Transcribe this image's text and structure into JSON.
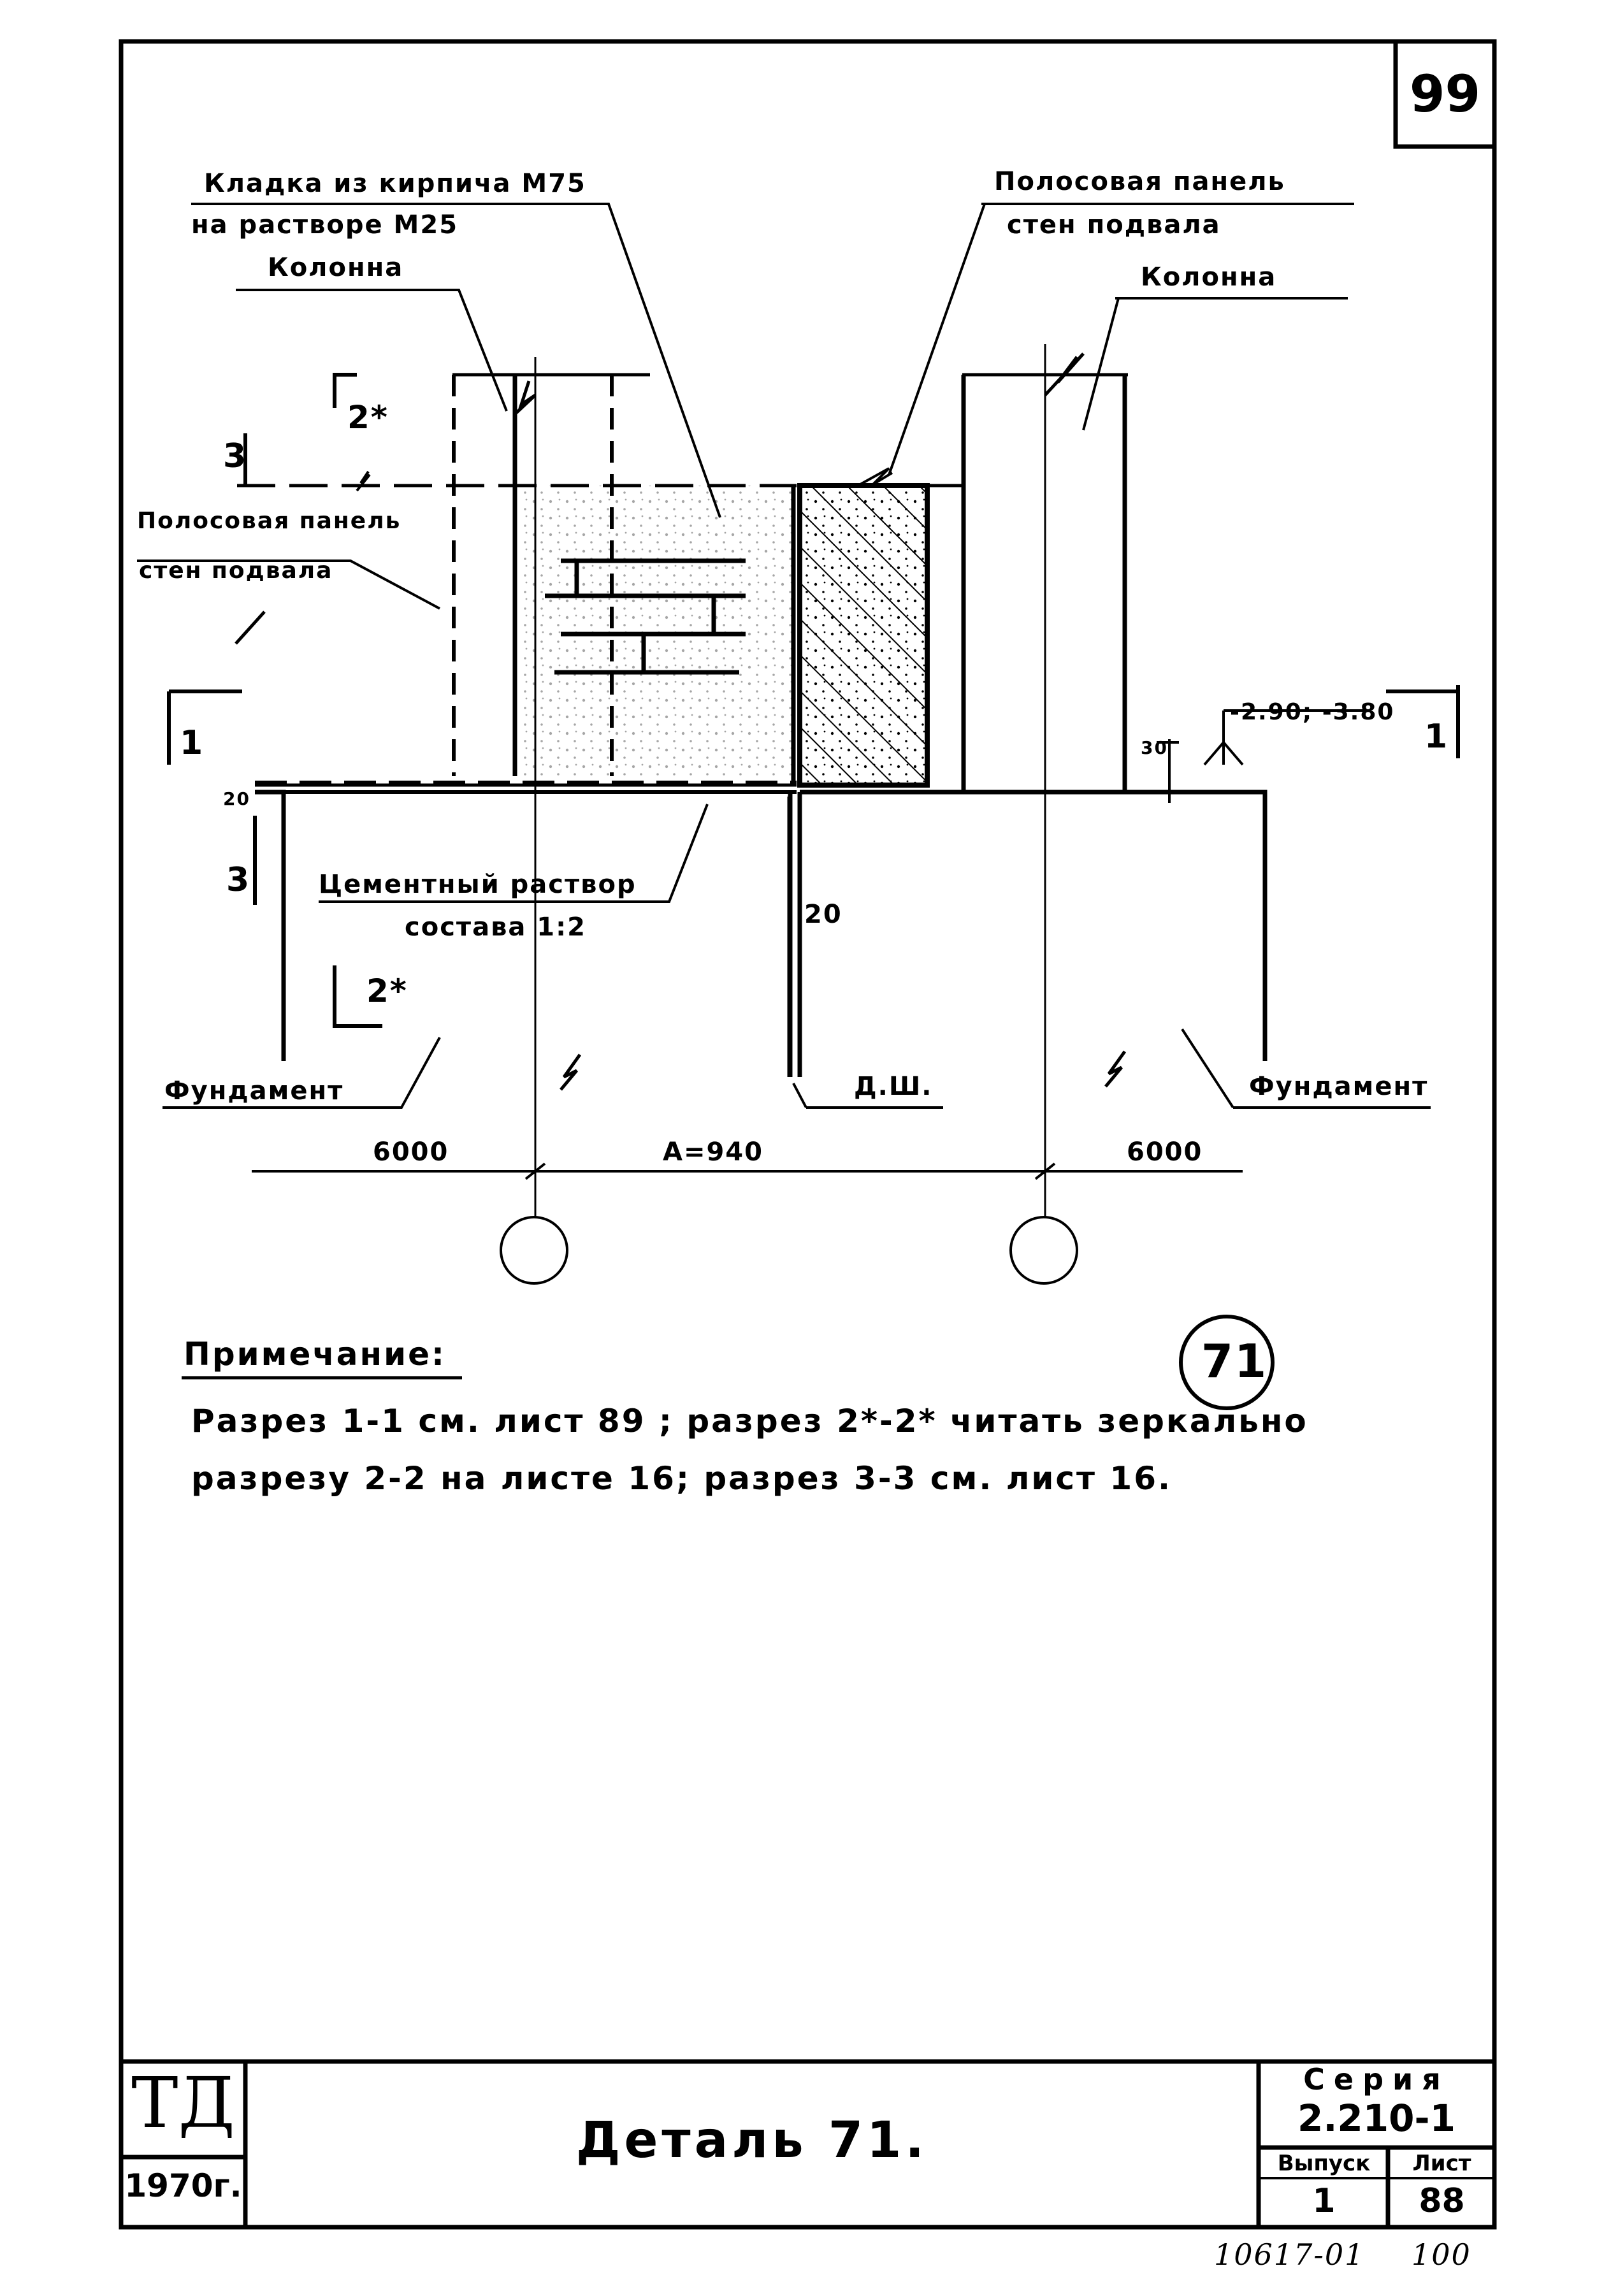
{
  "sheet": {
    "corner_number": "99",
    "detail_mark": "71",
    "handwritten_ref": "10617-01",
    "handwritten_page": "100"
  },
  "labels": {
    "masonry_line1": "Кладка из кирпича М75",
    "masonry_line2": "на растворе М25",
    "column_left": "Колонна",
    "column_right": "Колонна",
    "strip_panel_top_line1": "Полосовая панель",
    "strip_panel_top_line2": "стен подвала",
    "strip_panel_left_line1": "Полосовая панель",
    "strip_panel_left_line2": "стен подвала",
    "mortar_line1": "Цементный раствор",
    "mortar_line2": "состава 1:2",
    "foundation_left": "Фундамент",
    "foundation_right": "Фундамент",
    "expansion_joint": "Д.Ш.",
    "elevation": "-2.90; -3.80",
    "dim_20_v": "20",
    "dim_20_gap": "20",
    "dim_30": "30",
    "dim_left": "6000",
    "dim_mid": "А=940",
    "dim_right": "6000",
    "sec_1_left": "1",
    "sec_1_right": "1",
    "sec_3_top": "3",
    "sec_3_bottom": "3",
    "sec_2_top": "2*",
    "sec_2_bottom": "2*"
  },
  "note": {
    "title": "Примечание:",
    "line1": "Разрез 1-1 см. лист 89 ; разрез 2*-2* читать зеркально",
    "line2": "разрезу 2-2 на листе 16; разрез 3-3 см. лист 16."
  },
  "title_block": {
    "org": "ТД",
    "year": "1970г.",
    "title": "Деталь 71.",
    "series_label": "Серия",
    "series_value": "2.210-1",
    "issue_label": "Выпуск",
    "issue_value": "1",
    "sheet_label": "Лист",
    "sheet_value": "88"
  }
}
